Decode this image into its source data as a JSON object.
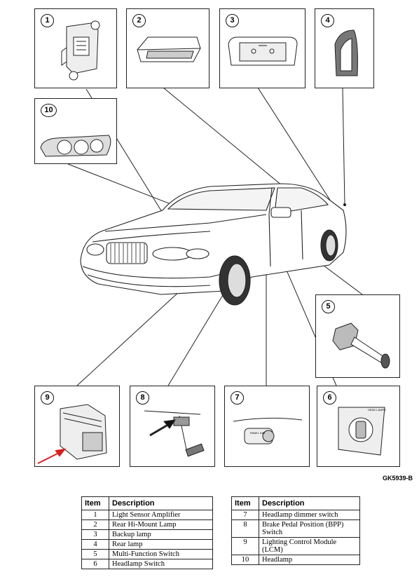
{
  "figure_id": "GK5939-B",
  "callouts": {
    "c1": "1",
    "c2": "2",
    "c3": "3",
    "c4": "4",
    "c5": "5",
    "c6": "6",
    "c7": "7",
    "c8": "8",
    "c9": "9",
    "c10": "10"
  },
  "panel_text": {
    "headlamp_switch_label": "HEAD LAMPS",
    "dimmer_label": "PANEL DIM"
  },
  "legend_left": {
    "header_item": "Item",
    "header_desc": "Description",
    "rows": [
      {
        "item": "1",
        "desc": "Light Sensor Amplifier"
      },
      {
        "item": "2",
        "desc": "Rear Hi-Mount Lamp"
      },
      {
        "item": "3",
        "desc": "Backup lamp"
      },
      {
        "item": "4",
        "desc": "Rear lamp"
      },
      {
        "item": "5",
        "desc": "Multi-Function Switch"
      },
      {
        "item": "6",
        "desc": "Headlamp Switch"
      }
    ]
  },
  "legend_right": {
    "header_item": "Item",
    "header_desc": "Description",
    "rows": [
      {
        "item": "7",
        "desc": "Headlamp dimmer switch"
      },
      {
        "item": "8",
        "desc": "Brake Pedal Position (BPP) Switch"
      },
      {
        "item": "9",
        "desc": "Lighting Control Module (LCM)"
      },
      {
        "item": "10",
        "desc": "Headlamp"
      }
    ]
  },
  "colors": {
    "line": "#222222",
    "red_arrow": "#d42020"
  }
}
